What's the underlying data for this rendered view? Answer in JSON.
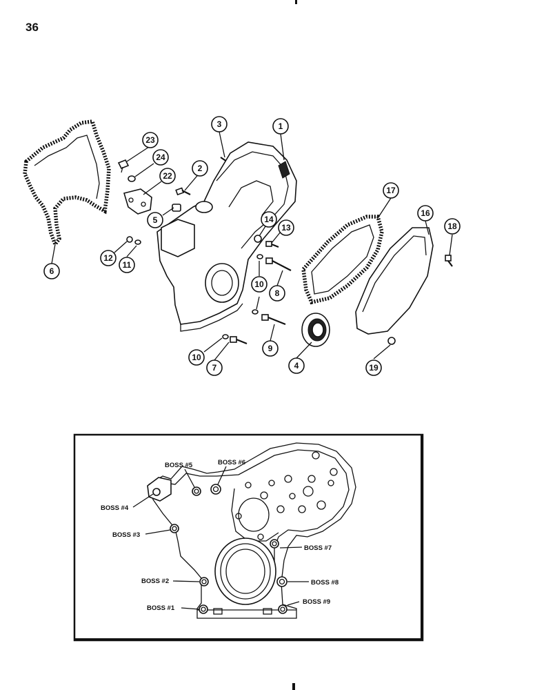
{
  "page": {
    "number": "36"
  },
  "callouts": [
    {
      "id": "c1",
      "label": "1"
    },
    {
      "id": "c2",
      "label": "2"
    },
    {
      "id": "c3",
      "label": "3"
    },
    {
      "id": "c4",
      "label": "4"
    },
    {
      "id": "c5",
      "label": "5"
    },
    {
      "id": "c6",
      "label": "6"
    },
    {
      "id": "c7",
      "label": "7"
    },
    {
      "id": "c8",
      "label": "8"
    },
    {
      "id": "c9",
      "label": "9"
    },
    {
      "id": "c10a",
      "label": "10"
    },
    {
      "id": "c10b",
      "label": "10"
    },
    {
      "id": "c11",
      "label": "11"
    },
    {
      "id": "c12",
      "label": "12"
    },
    {
      "id": "c13",
      "label": "13"
    },
    {
      "id": "c14",
      "label": "14"
    },
    {
      "id": "c16",
      "label": "16"
    },
    {
      "id": "c17",
      "label": "17"
    },
    {
      "id": "c18",
      "label": "18"
    },
    {
      "id": "c19",
      "label": "19"
    },
    {
      "id": "c22",
      "label": "22"
    },
    {
      "id": "c23",
      "label": "23"
    },
    {
      "id": "c24",
      "label": "24"
    }
  ],
  "inset": {
    "boss_labels": [
      {
        "id": "b1",
        "label": "BOSS #1"
      },
      {
        "id": "b2",
        "label": "BOSS #2"
      },
      {
        "id": "b3",
        "label": "BOSS #3"
      },
      {
        "id": "b4",
        "label": "BOSS #4"
      },
      {
        "id": "b5",
        "label": "BOSS #5"
      },
      {
        "id": "b6",
        "label": "BOSS #6"
      },
      {
        "id": "b7",
        "label": "BOSS #7"
      },
      {
        "id": "b8",
        "label": "BOSS #8"
      },
      {
        "id": "b9",
        "label": "BOSS #9"
      }
    ]
  }
}
